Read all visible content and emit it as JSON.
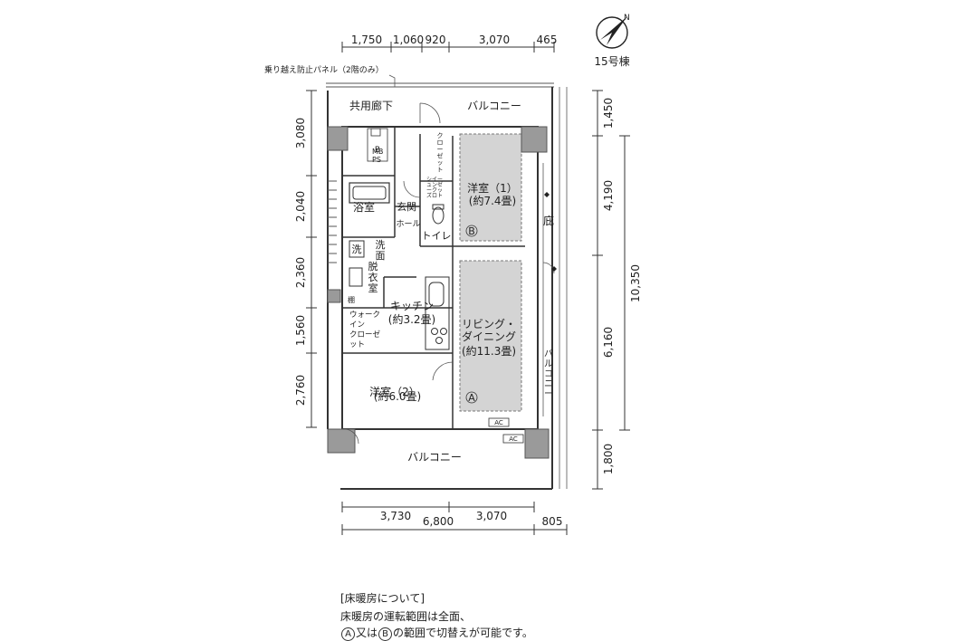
{
  "building": "15号棟",
  "compass": {
    "label": "N"
  },
  "note_railing": "乗り越え防止パネル（2階のみ）",
  "rooms": {
    "corridor": "共用廊下",
    "balcony_top": "バルコニー",
    "balcony_bottom": "バルコニー",
    "balcony_side": "バルコニー",
    "eaves": "庇",
    "mbps": "MB\nPS",
    "mbps_b": "B",
    "closet_v": "クローゼット",
    "shoes_closet": "シューズインクローゼット",
    "entrance": "玄関",
    "hall": "ホール",
    "toilet": "トイレ",
    "bath": "浴室",
    "wash": "洗",
    "washroom": "洗面脱衣室",
    "shelf": "棚",
    "walkin": "ウォークインクローゼット",
    "kitchen": "キッチン",
    "kitchen_size": "(約3.2畳)",
    "western1": "洋室（1）",
    "western1_size": "(約7.4畳)",
    "western2": "洋室（2）",
    "western2_size": "(約6.0畳)",
    "living1": "リビング・",
    "living2": "ダイニング",
    "living_size": "(約11.3畳)",
    "ac1": "AC",
    "ac2": "AC",
    "zone_a": "A",
    "zone_b": "B"
  },
  "dims": {
    "top": [
      "1,750",
      "1,060",
      "920",
      "3,070",
      "465"
    ],
    "left": [
      "3,080",
      "2,040",
      "2,360",
      "1,560",
      "2,760"
    ],
    "right_inner": [
      "1,450",
      "4,190",
      "6,160",
      "1,800"
    ],
    "right_outer": "10,350",
    "bottom1": [
      "3,730",
      "3,070"
    ],
    "bottom2": [
      "6,800",
      "805"
    ]
  },
  "note": {
    "heading": "[床暖房について]",
    "line1": "床暖房の運転範囲は全面、",
    "line2_pre": "",
    "a": "A",
    "mid": "又は",
    "b": "B",
    "line2_post": "の範囲で切替えが可能です。"
  }
}
